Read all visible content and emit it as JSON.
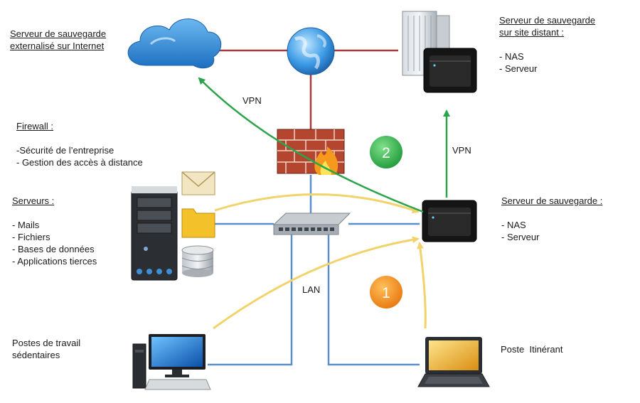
{
  "labels": {
    "cloud_backup": [
      "Serveur de sauvegarde",
      "externalisé sur Internet"
    ],
    "remote_backup": [
      "Serveur de sauvegarde",
      "sur site distant :"
    ],
    "remote_items": [
      "- NAS",
      "- Serveur"
    ],
    "firewall_title": "Firewall :",
    "firewall_items": [
      "-Sécurité de l’entreprise",
      "- Gestion des accès à distance"
    ],
    "servers_title": "Serveurs :",
    "servers_items": [
      "- Mails",
      "- Fichiers",
      "- Bases de données",
      "- Applications tierces"
    ],
    "local_backup_title": "Serveur de sauvegarde :",
    "local_items": [
      "- NAS",
      "- Serveur"
    ],
    "workstations": [
      "Postes de travail",
      "sédentaires"
    ],
    "roaming": "Poste  Itinérant",
    "vpn_left": "VPN",
    "vpn_right": "VPN",
    "lan": "LAN",
    "badge_1": "1",
    "badge_2": "2"
  },
  "colors": {
    "lan_line": "#5b8fc9",
    "wan_line": "#a23a3e",
    "vpn_arrow": "#2ca44a",
    "backup_arrow": "#f2d36b",
    "badge_1": "#f28c1e",
    "badge_2": "#2fb24c"
  },
  "icons": [
    "cloud-icon",
    "globe-icon",
    "datacenter-icon",
    "nas-icon",
    "firewall-icon",
    "tower-server-icon",
    "mail-icon",
    "folder-icon",
    "database-icon",
    "network-switch-icon",
    "desktop-pc-icon",
    "laptop-icon"
  ]
}
